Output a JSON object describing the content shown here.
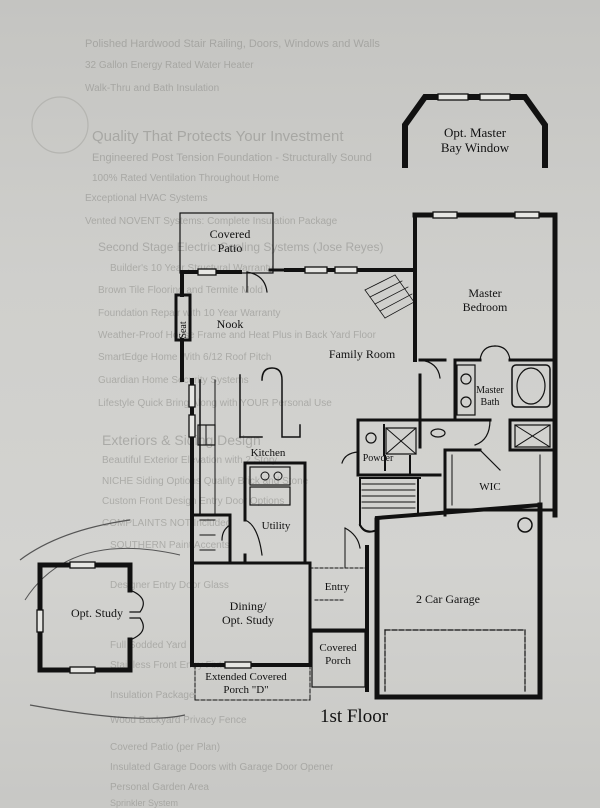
{
  "plan": {
    "floor_title": "1st Floor",
    "rooms": {
      "covered_patio": [
        "Covered",
        "Patio"
      ],
      "nook": "Nook",
      "seat": "Seat",
      "family_room": "Family Room",
      "master_bedroom": [
        "Master",
        "Bedroom"
      ],
      "opt_master_bay_window": [
        "Opt. Master",
        "Bay Window"
      ],
      "master_bath": [
        "Master",
        "Bath"
      ],
      "kitchen": "Kitchen",
      "powder": "Powder",
      "wic": "WIC",
      "utility": "Utility",
      "opt_study": "Opt. Study",
      "dining_opt_study": [
        "Dining/",
        "Opt. Study"
      ],
      "entry": "Entry",
      "two_car_garage": "2 Car Garage",
      "covered_porch": [
        "Covered",
        "Porch"
      ],
      "extended_covered_porch": [
        "Extended Covered",
        "Porch \"D\""
      ]
    }
  },
  "background_text": [
    "Polished Hardwood Stair Railing, Doors, Windows and Walls",
    "32 Gallon Energy Rated Water Heater",
    "Walk-Thru and Bath Insulation",
    "Quality That Protects Your Investment",
    "Engineered Post Tension Foundation - Structurally Sound",
    "100% Rated Ventilation Throughout Home",
    "Exceptional HVAC Systems",
    "Vented NOVENT Systems: Complete Insulation Package",
    "Second Stage Electric Cooling Systems (Jose Reyes)",
    "Builder's 10 Year Structural Warranty",
    "Brown Tile Flooring and Termite Mold",
    "Foundation Repair with 10 Year Warranty",
    "Weather-Proof House Frame and Heat Plus in Back Yard Floor",
    "SmartEdge Home With 6/12 Roof Pitch",
    "Guardian Home Security Systems",
    "Lifestyle Quick Bring Along with YOUR Personal Use",
    "Exteriors & Siding Design",
    "Beautiful Exterior Elevation with 2 Story",
    "NICHE Siding Options Quality Brick and Stone",
    "Custom Front Design Entry Door Options",
    "COMPLAINTS NOT Included",
    "SOUTHERN Paint Accents",
    "Designer Entry Door Glass",
    "Full Sodded Yard",
    "Stainless Front Entry Fixtures",
    "Insulation Package",
    "Wood Backyard Privacy Fence",
    "Covered Patio (per Plan)",
    "Insulated Garage Doors with Garage Door Opener",
    "Personal Garden Area",
    "Sprinkler System"
  ]
}
